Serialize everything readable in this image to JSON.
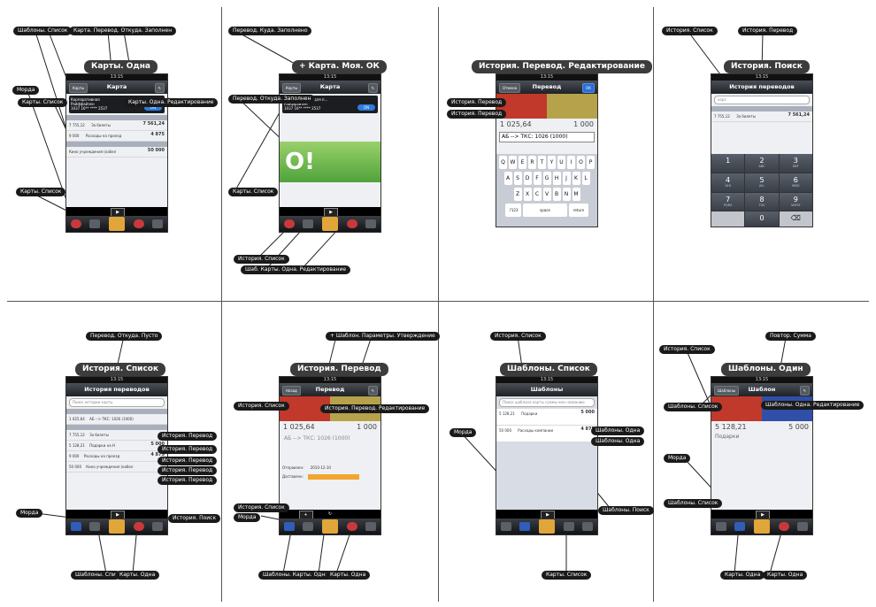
{
  "status_time": "13:15",
  "panels": [
    {
      "id": "p1",
      "title": "Карты. Одна",
      "nav_title": "Карта",
      "nav_left": "Карты",
      "card_name": "Корпоративная",
      "bank": "Райффайзен",
      "card_number": "1037 16** **** 2537",
      "toggle": "ON",
      "rows": [
        {
          "label": "За билеты",
          "amount": "7 561,24",
          "left": "7 755,12"
        },
        {
          "label": "Расходы на проезд",
          "amount": "4 875",
          "left": "9 000"
        },
        {
          "label": "Кино учреждения (кабел",
          "amount": "50 000",
          "left": ""
        }
      ],
      "labels": [
        "Шаблоны. Список",
        "Карта. Перевод. Откуда. Заполнен",
        "Морда",
        "Карты. Список",
        "Карты. Одна. Редактирование",
        "Карты. Список"
      ]
    },
    {
      "id": "p2",
      "title": "+ Карта. Моя. ОК",
      "nav_title": "Карта",
      "nav_left": "Карты",
      "card_name": "Корпоративная для п...",
      "bank": "Райффайзен",
      "card_number": "1037 16** **** 2537",
      "toggle": "ON",
      "big_text": "О!",
      "labels": [
        "Перевод. Куда. Заполнено",
        "Перевод. Откуда. Заполнен",
        "Карты. Список",
        "История. Список",
        "Шаб. Карты. Одна. Редактирование"
      ]
    },
    {
      "id": "p3",
      "title": "История. Перевод. Редактирование",
      "nav_title": "Перевод",
      "nav_left": "Отмена",
      "nav_right": "ОК",
      "amount_from": "1 025,64",
      "amount_to": "1 000",
      "input_text": "АБ --> ТКС: 1026 (1000)",
      "keys_row1": "QWERTYUIOP",
      "keys_row2": "ASDFGHJKL",
      "keys_row3": "ZXCVBNM",
      "key_123": ".?123",
      "key_space": "space",
      "key_return": "return",
      "labels": [
        "История. Перевод",
        "История. Перевод"
      ]
    },
    {
      "id": "p4",
      "title": "История. Поиск",
      "nav_title": "История переводов",
      "search_text": "карэ",
      "row_label": "За билеты",
      "row_left": "7 755,12",
      "row_amount": "7 561,24",
      "numpad": [
        {
          "n": "1",
          "s": ""
        },
        {
          "n": "2",
          "s": "ABC"
        },
        {
          "n": "3",
          "s": "DEF"
        },
        {
          "n": "4",
          "s": "GHI"
        },
        {
          "n": "5",
          "s": "JKL"
        },
        {
          "n": "6",
          "s": "MNO"
        },
        {
          "n": "7",
          "s": "PQRS"
        },
        {
          "n": "8",
          "s": "TUV"
        },
        {
          "n": "9",
          "s": "WXYZ"
        },
        {
          "n": "",
          "s": ""
        },
        {
          "n": "0",
          "s": ""
        },
        {
          "n": "⌫",
          "s": ""
        }
      ],
      "labels": [
        "История. Список",
        "История. Перевод"
      ]
    },
    {
      "id": "p5",
      "title": "История. Список",
      "nav_title": "История переводов",
      "search_placeholder": "Поиск истории карты",
      "rows": [
        {
          "label": "АБ --> ТКС: 1026 (1000)",
          "left": "1 025,64",
          "amount": ""
        },
        {
          "label": "За билеты",
          "left": "7 755,12",
          "amount": ""
        },
        {
          "label": "Подарки на Н",
          "left": "5 128,21",
          "amount": "5 000"
        },
        {
          "label": "Расходы на проезд",
          "left": "9 000",
          "amount": "4 875"
        },
        {
          "label": "Кино учреждения (кабел",
          "left": "50 000",
          "amount": ""
        }
      ],
      "labels": [
        "Перевод. Откуда. Пусто",
        "История. Перевод",
        "История. Перевод",
        "История. Перевод",
        "История. Перевод",
        "История. Перевод",
        "История. Поиск",
        "Морда",
        "Шаблоны. Спи",
        "Карты. Одна"
      ]
    },
    {
      "id": "p6",
      "title": "История. Перевод",
      "nav_title": "Перевод",
      "nav_left": "Назад",
      "amount_from": "1 025,64",
      "amount_to": "1 000",
      "input_text": "АБ --> ТКС: 1026 (1000)",
      "sent_label": "Отправлен:",
      "sent_value": "2010-12-10",
      "delivered_label": "Доставлен:",
      "labels": [
        "+ Шаблон. Параметры. Утверждение",
        "История. Список",
        "История. Перевод. Редактирование",
        "История. Список",
        "Морда",
        "Шаблоны. Карты. Одна",
        "Карты. Одна"
      ]
    },
    {
      "id": "p7",
      "title": "Шаблоны. Список",
      "nav_title": "Шаблоны",
      "search_placeholder": "Поиск шаблона карты суммы или названию",
      "rows": [
        {
          "label": "Подарки",
          "left": "5 128,21",
          "amount": "5 000"
        },
        {
          "label": "Расходы компании",
          "left": "50 000",
          "amount": "4 875"
        }
      ],
      "labels": [
        "История. Список",
        "Морда",
        "Шаблоны. Одна",
        "Шаблоны. Одна",
        "Шаблоны. Поиск",
        "Карты. Список"
      ]
    },
    {
      "id": "p8",
      "title": "Шаблоны. Один",
      "nav_title": "Шаблон",
      "nav_left": "Шаблоны",
      "amount_from": "5 128,21",
      "amount_to": "5 000",
      "gift_label": "Подарки",
      "labels": [
        "История. Список",
        "Повтор. Сумма",
        "Шаблоны. Список",
        "Шаблоны. Одна. Редактирование",
        "Морда",
        "Шаблоны. Список",
        "Карты. Одна",
        "Карты. Одна"
      ]
    }
  ]
}
